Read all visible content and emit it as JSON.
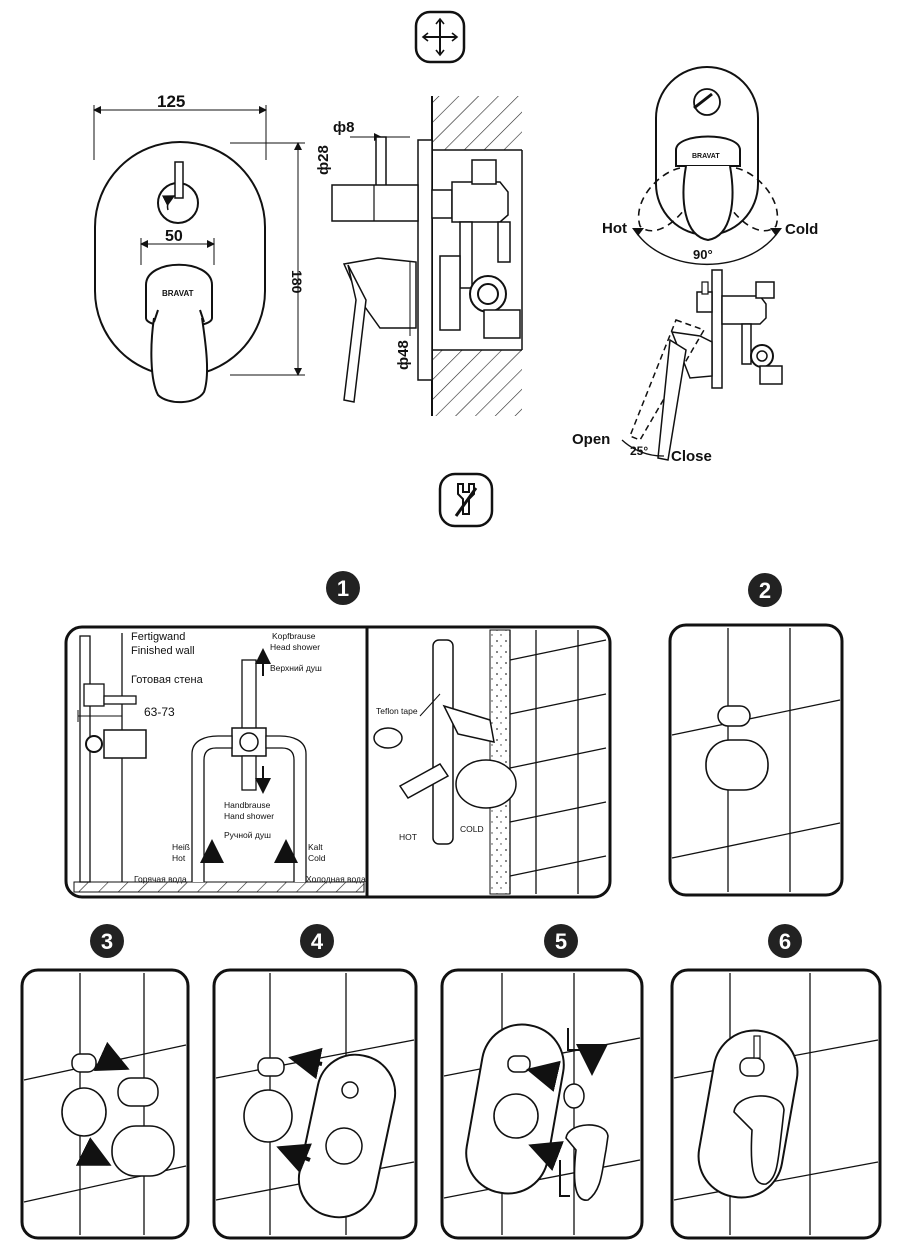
{
  "header_icons": {
    "top": "crosshair-dimensions-icon",
    "middle": "wrench-tools-icon"
  },
  "dimensions": {
    "width": "125",
    "height": "180",
    "handle_width": "50",
    "pin_diameter": "ф8",
    "body_diameter": "ф28",
    "cartridge_diameter": "ф48",
    "logo": "BRAVAT"
  },
  "operation": {
    "hot": "Hot",
    "cold": "Cold",
    "rotation_angle": "90°",
    "open": "Open",
    "close": "Close",
    "tilt_angle": "25°"
  },
  "steps": [
    {
      "number": "1"
    },
    {
      "number": "2"
    },
    {
      "number": "3"
    },
    {
      "number": "4"
    },
    {
      "number": "5"
    },
    {
      "number": "6"
    }
  ],
  "step1": {
    "wall_de": "Fertigwand",
    "wall_en": "Finished wall",
    "wall_ru": "Готовая стена",
    "depth_range": "63-73",
    "head_de": "Kopfbrause",
    "head_en": "Head shower",
    "head_ru": "Верхний душ",
    "hand_de": "Handbrause",
    "hand_en": "Hand shower",
    "hand_ru": "Ручной душ",
    "hot_de": "Heiß",
    "hot_en": "Hot",
    "hot_ru": "Горячая вода",
    "cold_de": "Kalt",
    "cold_en": "Cold",
    "cold_ru": "Холодная вода",
    "teflon": "Teflon tape",
    "hot_caps": "HOT",
    "cold_caps": "COLD"
  }
}
